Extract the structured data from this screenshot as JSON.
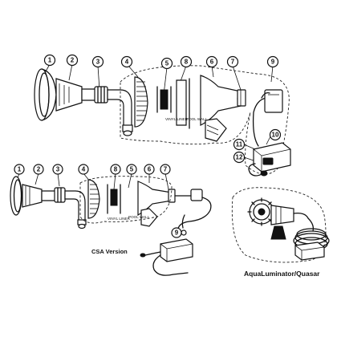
{
  "callouts_top": [
    "1",
    "2",
    "3",
    "4",
    "5",
    "8",
    "6",
    "7",
    "9",
    "10",
    "11",
    "12"
  ],
  "callouts_csa": [
    "1",
    "2",
    "3",
    "4",
    "8",
    "5",
    "6",
    "7",
    "9"
  ],
  "notes": {
    "vinyl_liner": "VINYL LINER",
    "pool_wall": "POOL WALL",
    "vinyl_liner_csa": "VINYL LINER",
    "pool_wall_csa": "POOL WALL"
  },
  "captions": {
    "csa": "CSA Version",
    "quasar": "AquaLuminator/Quasar"
  }
}
